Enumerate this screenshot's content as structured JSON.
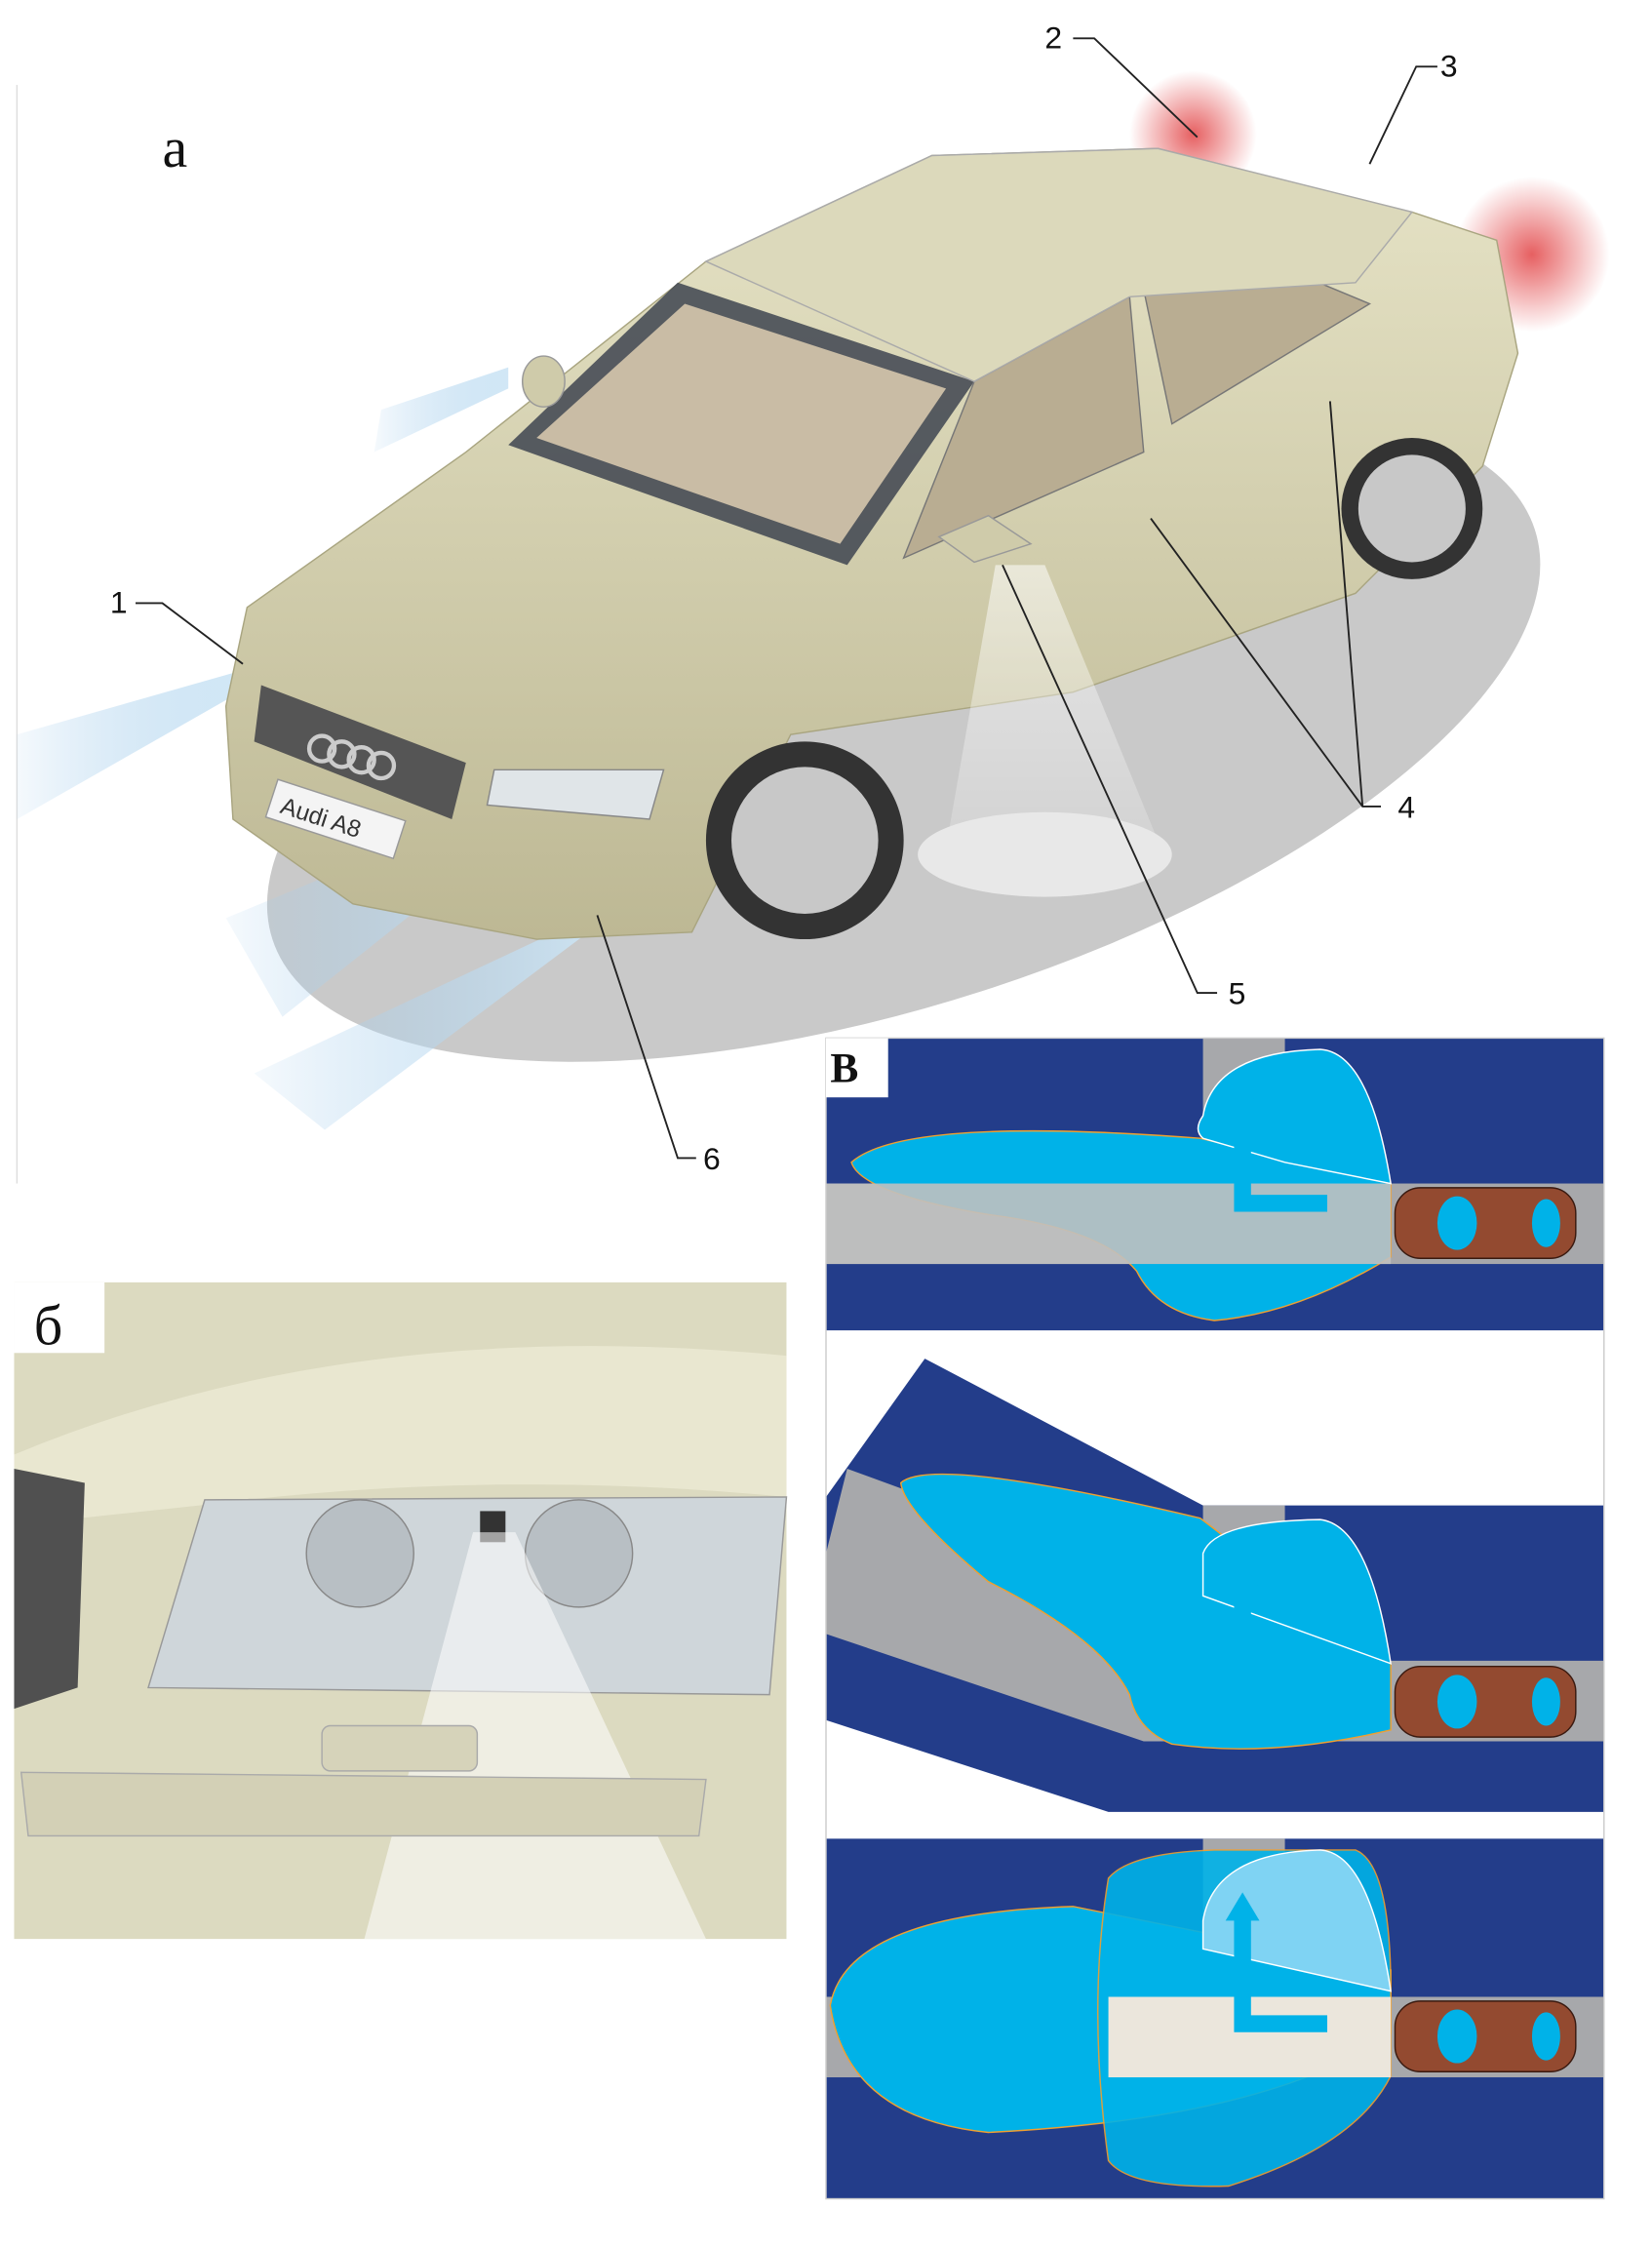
{
  "panels": {
    "a": {
      "label": "а",
      "callouts": [
        "1",
        "2",
        "3",
        "4",
        "5",
        "6"
      ],
      "plate_text": "Audi A8"
    },
    "b": {
      "label": "б"
    },
    "v": {
      "label": "В"
    }
  },
  "colors": {
    "car_body": "#d8d4b0",
    "beam": "#b8daf0",
    "road_dark": "#233d8a",
    "road_gray": "#a7a8ab",
    "light_blue": "#00b2e8",
    "car_top": "#934a30",
    "tail_red": "#e0383a"
  }
}
